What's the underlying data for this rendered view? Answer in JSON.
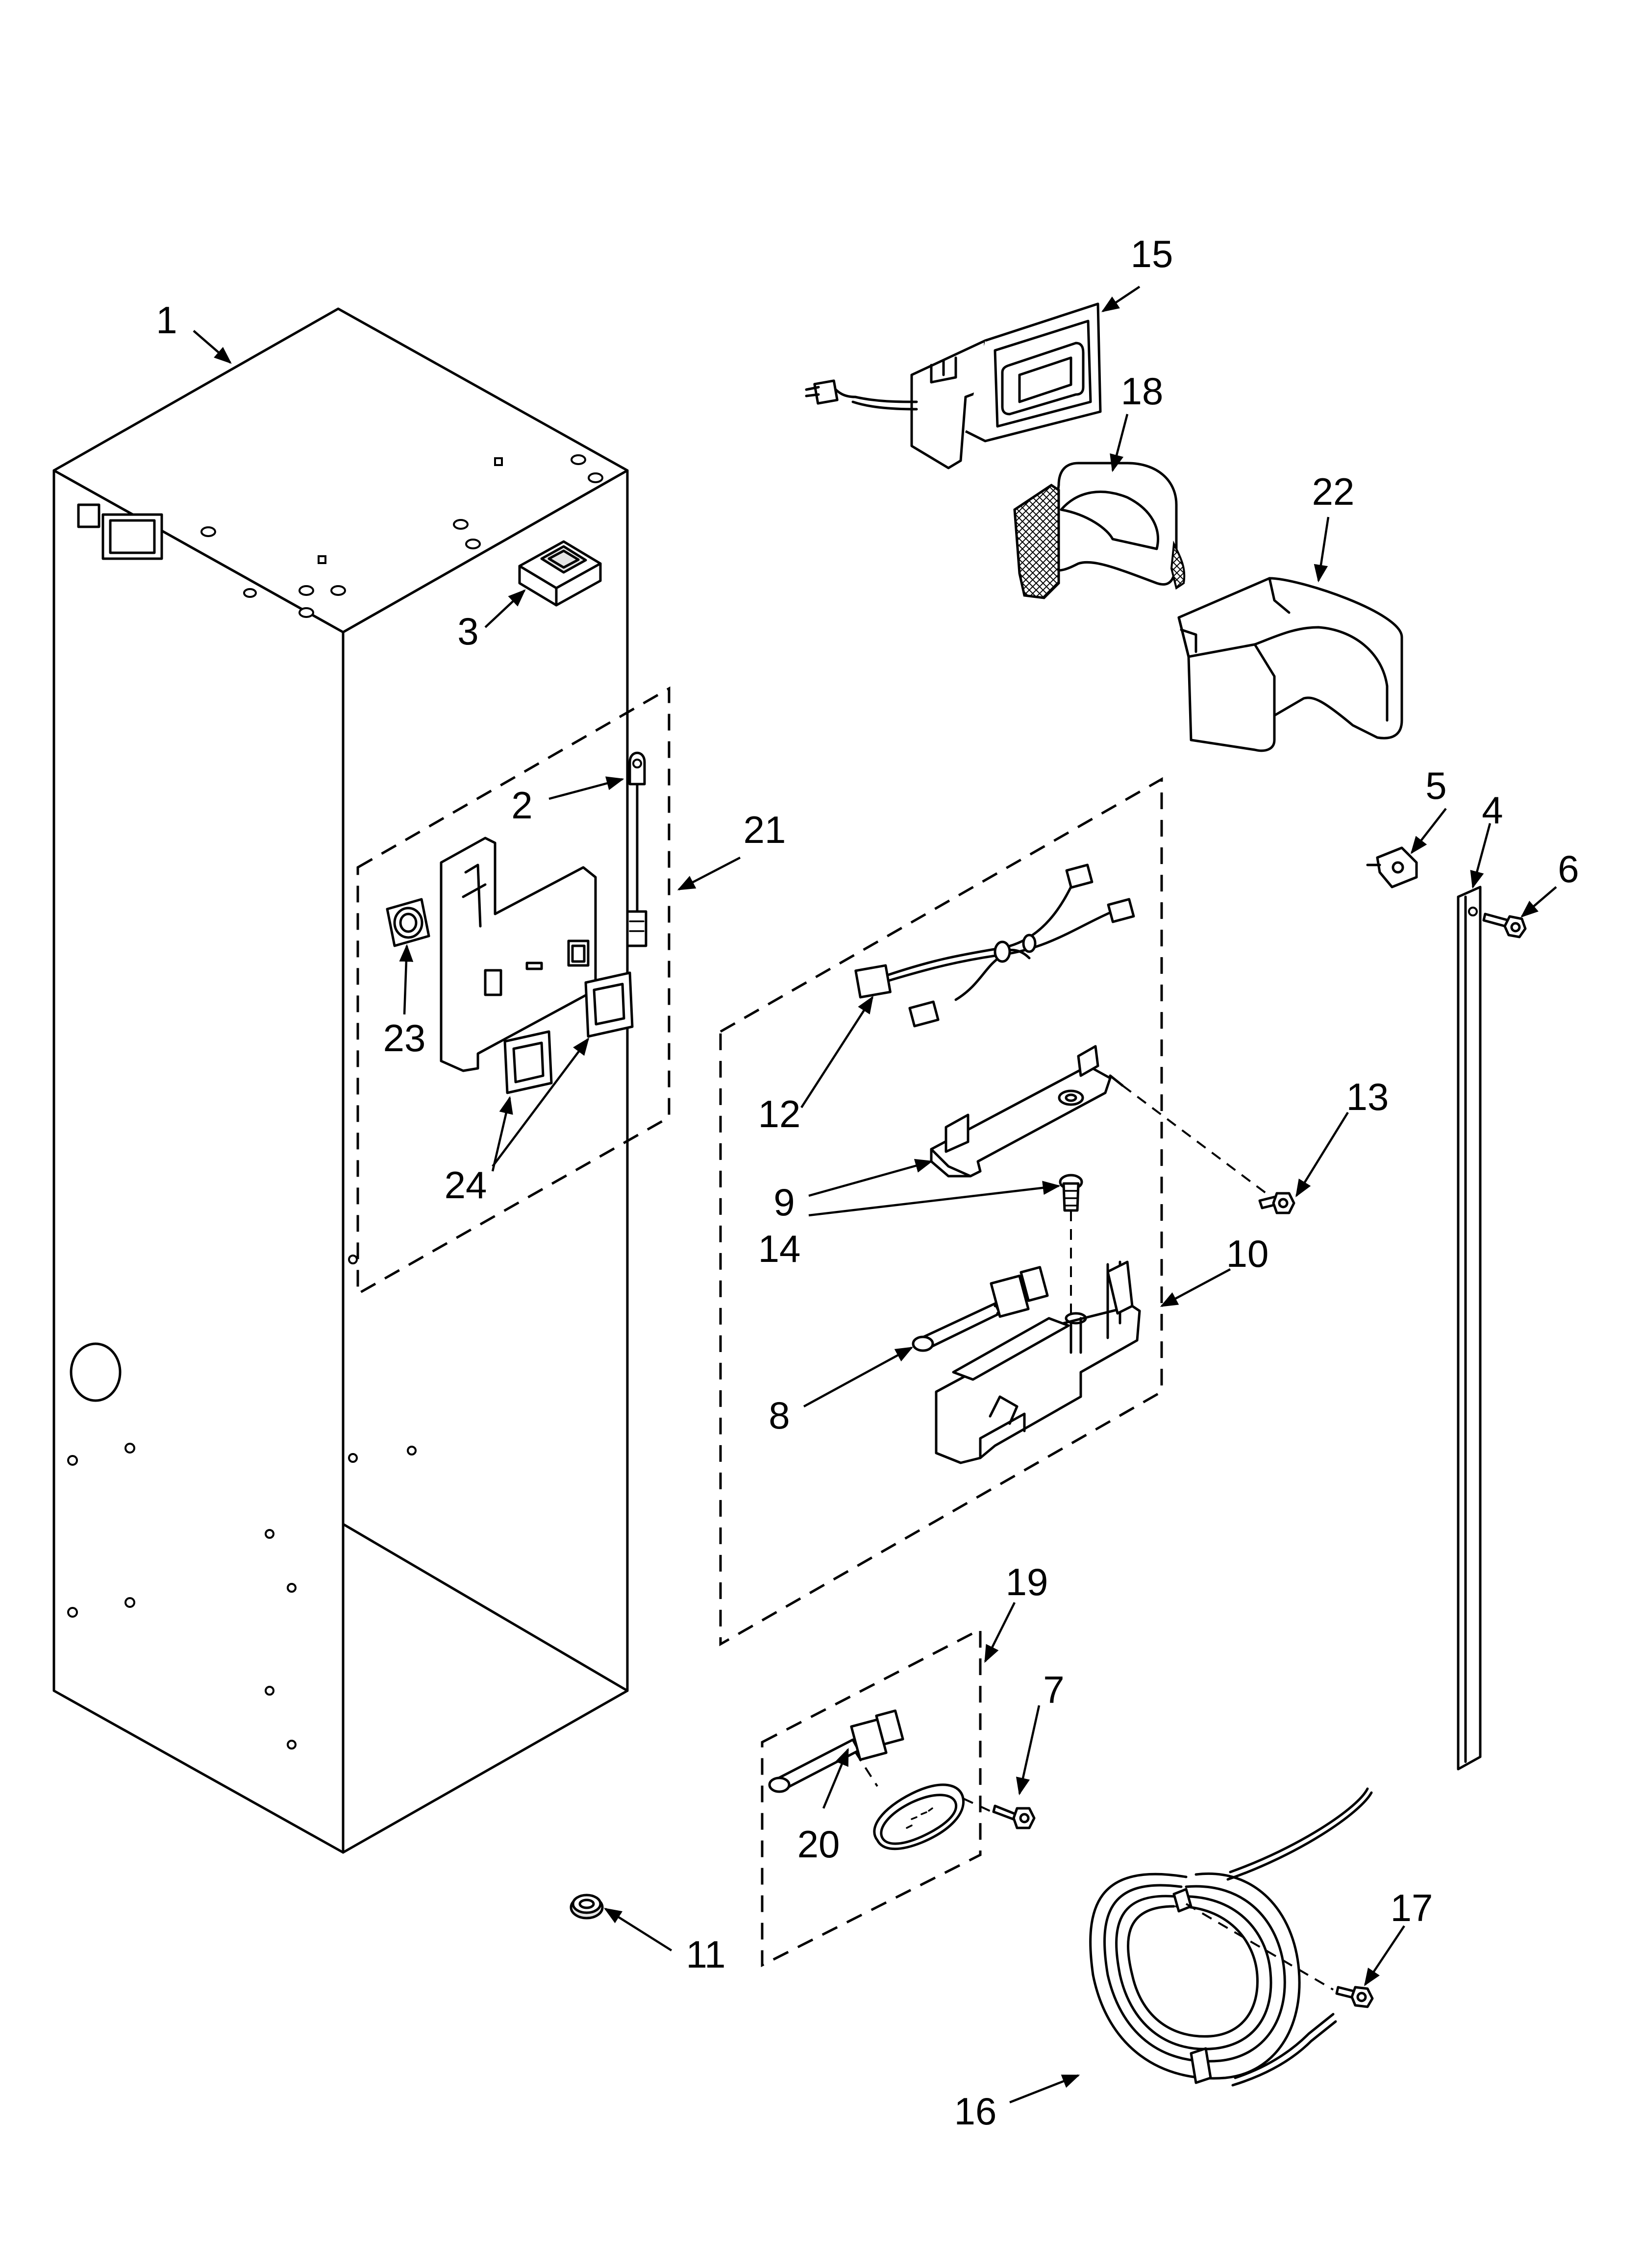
{
  "diagram": {
    "type": "exploded parts view",
    "callouts": [
      {
        "id": "c1",
        "label": "1"
      },
      {
        "id": "c2",
        "label": "2"
      },
      {
        "id": "c3",
        "label": "3"
      },
      {
        "id": "c4",
        "label": "4"
      },
      {
        "id": "c5",
        "label": "5"
      },
      {
        "id": "c6",
        "label": "6"
      },
      {
        "id": "c7",
        "label": "7"
      },
      {
        "id": "c8",
        "label": "8"
      },
      {
        "id": "c9",
        "label": "9"
      },
      {
        "id": "c10",
        "label": "10"
      },
      {
        "id": "c11",
        "label": "11"
      },
      {
        "id": "c12",
        "label": "12"
      },
      {
        "id": "c13",
        "label": "13"
      },
      {
        "id": "c14",
        "label": "14"
      },
      {
        "id": "c15",
        "label": "15"
      },
      {
        "id": "c16",
        "label": "16"
      },
      {
        "id": "c17",
        "label": "17"
      },
      {
        "id": "c18",
        "label": "18"
      },
      {
        "id": "c19",
        "label": "19"
      },
      {
        "id": "c20",
        "label": "20"
      },
      {
        "id": "c21",
        "label": "21"
      },
      {
        "id": "c22",
        "label": "22"
      },
      {
        "id": "c23",
        "label": "23"
      },
      {
        "id": "c24",
        "label": "24"
      }
    ]
  }
}
